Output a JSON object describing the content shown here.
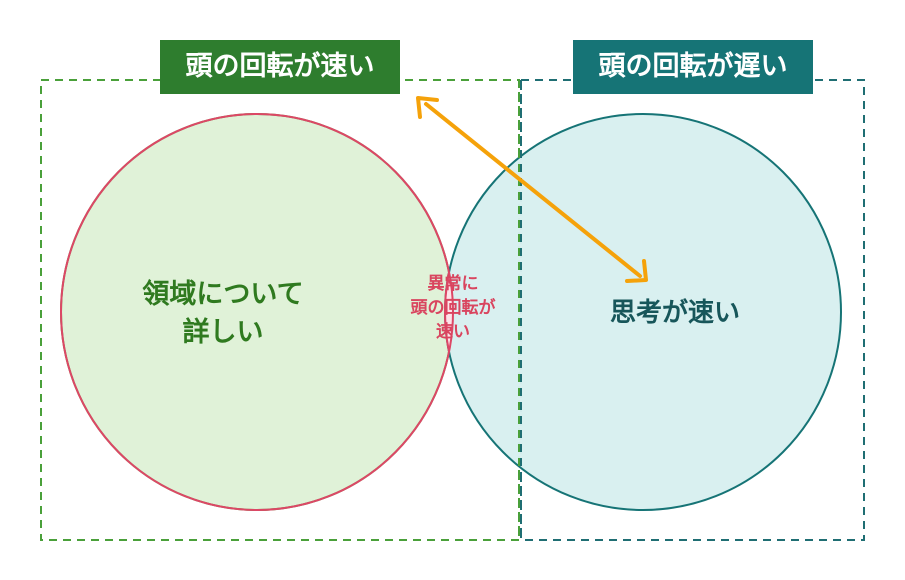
{
  "colors": {
    "left_fill": "#e0f2d8",
    "left_stroke": "#4aa03a",
    "right_fill": "#d8eff0",
    "right_stroke": "#167476",
    "overlap_fill": "#fde3e8",
    "overlap_stroke": "#dd4766",
    "arrow": "#f5a20a",
    "left_box_dash": "#4aa03a",
    "right_box_dash": "#1f6e73"
  },
  "tags": {
    "left": "頭の回転が速い",
    "right": "頭の回転が遅い"
  },
  "labels": {
    "left": [
      "領域について",
      "詳しい"
    ],
    "center": [
      "異常に",
      "頭の回転が",
      "速い"
    ],
    "right": "思考が速い"
  }
}
